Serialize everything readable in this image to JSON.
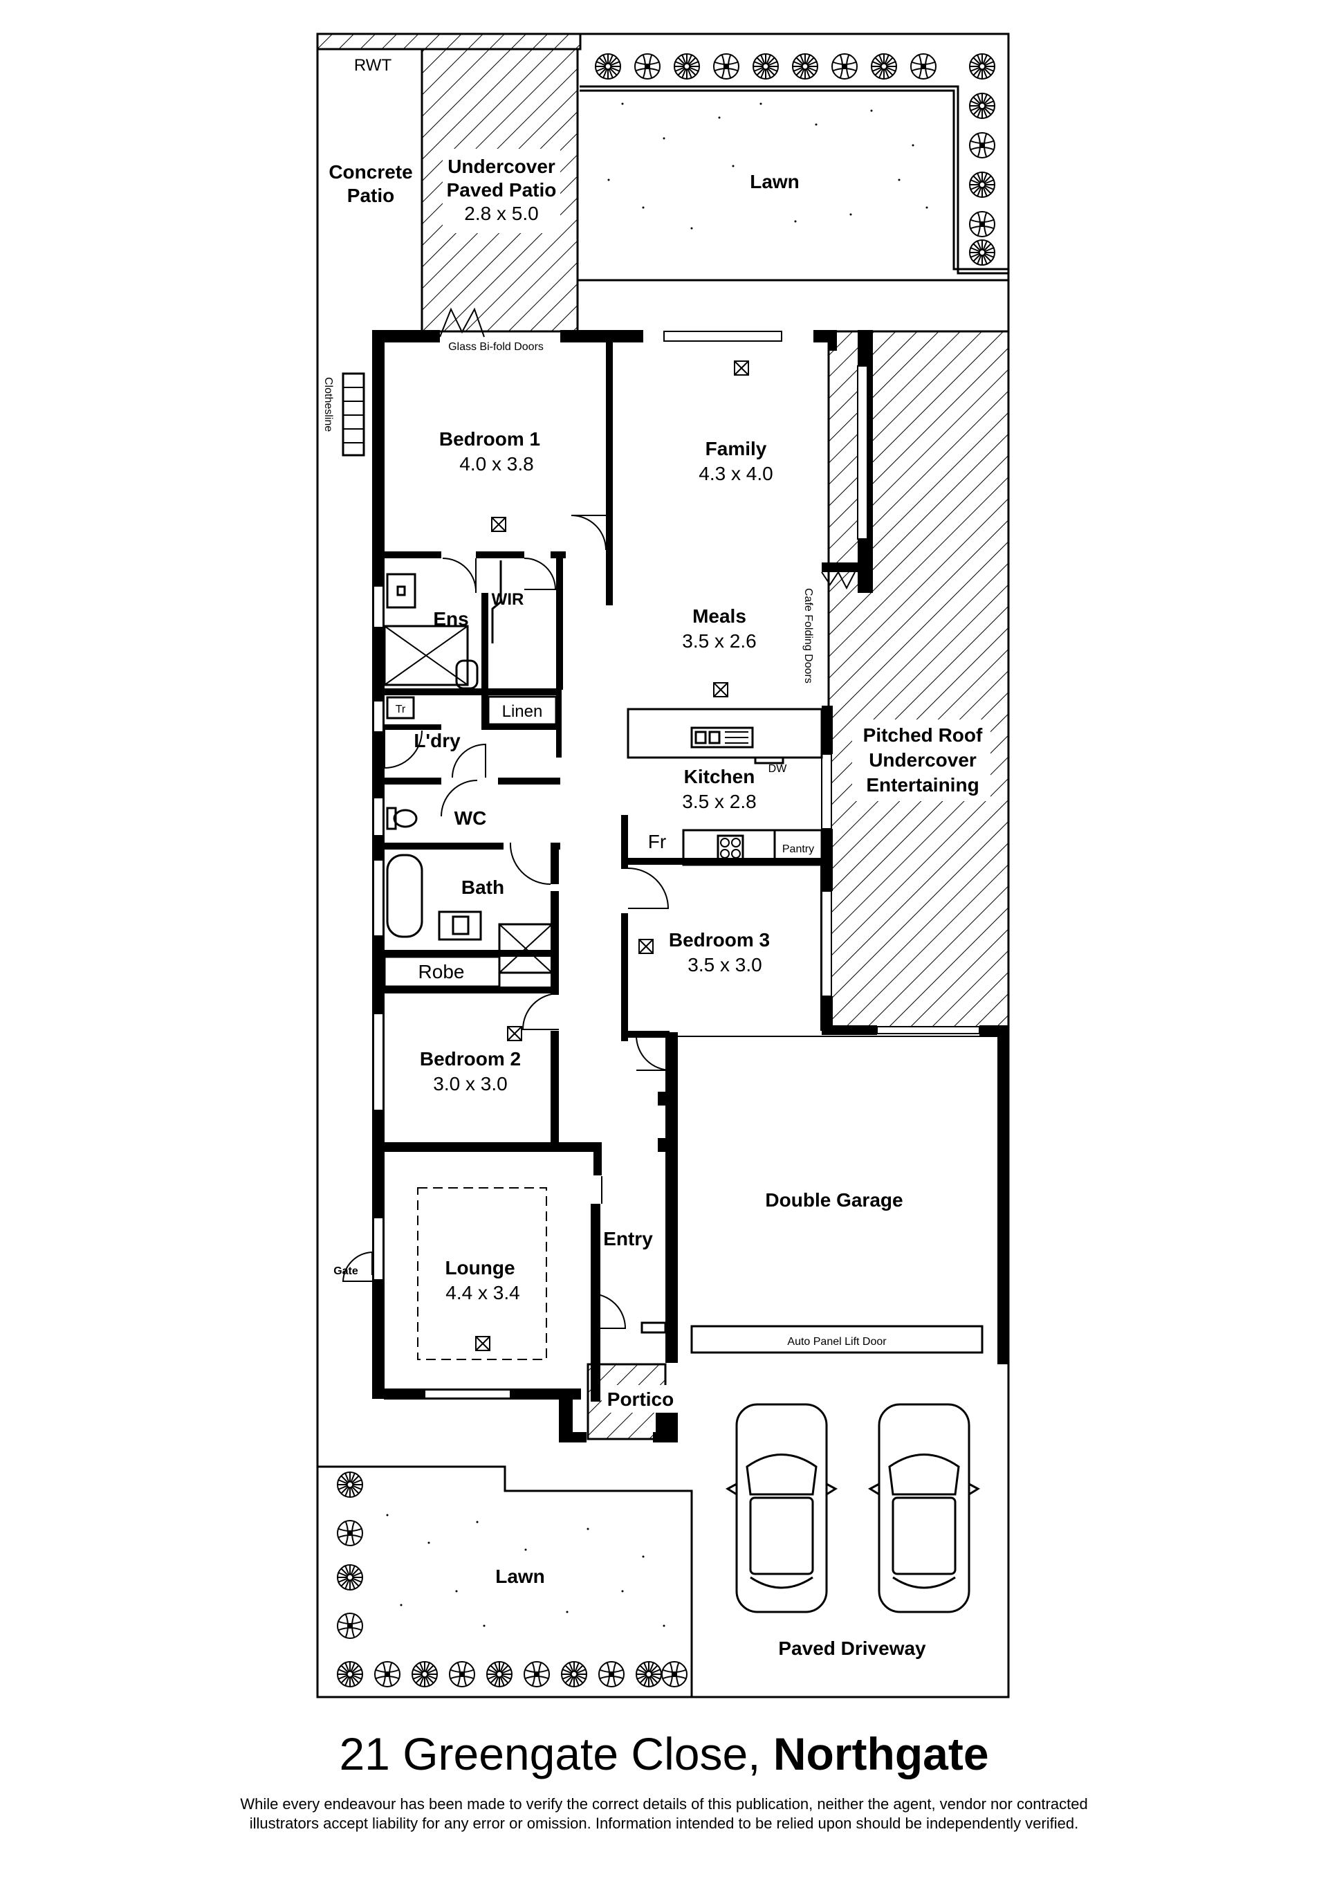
{
  "rooms": {
    "bedroom1": {
      "name": "Bedroom 1",
      "dims": "4.0 x 3.8"
    },
    "family": {
      "name": "Family",
      "dims": "4.3 x 4.0"
    },
    "meals": {
      "name": "Meals",
      "dims": "3.5 x 2.6"
    },
    "kitchen": {
      "name": "Kitchen",
      "dims": "3.5 x 2.8"
    },
    "bedroom3": {
      "name": "Bedroom 3",
      "dims": "3.5 x 3.0"
    },
    "bedroom2": {
      "name": "Bedroom 2",
      "dims": "3.0 x 3.0"
    },
    "lounge": {
      "name": "Lounge",
      "dims": "4.4 x 3.4"
    },
    "patio": {
      "line1": "Undercover",
      "line2": "Paved Patio",
      "dims": "2.8 x 5.0"
    }
  },
  "labels": {
    "rwt": "RWT",
    "concrete_patio_1": "Concrete",
    "concrete_patio_2": "Patio",
    "lawn_rear": "Lawn",
    "lawn_front": "Lawn",
    "glass_bifold": "Glass Bi-fold Doors",
    "clothesline": "Clothesline",
    "ensuite": "Ens",
    "wir": "WIR",
    "linen": "Linen",
    "laundry": "L'dry",
    "tr": "Tr",
    "wc": "WC",
    "bath": "Bath",
    "robe": "Robe",
    "fridge": "Fr",
    "dishwasher": "DW",
    "pantry": "Pantry",
    "cafe_doors": "Cafe Folding Doors",
    "entertain_1": "Pitched Roof",
    "entertain_2": "Undercover",
    "entertain_3": "Entertaining",
    "double_garage": "Double Garage",
    "lift_door": "Auto Panel Lift Door",
    "entry": "Entry",
    "portico": "Portico",
    "gate": "Gate",
    "driveway": "Paved Driveway"
  },
  "footer": {
    "street": "21 Greengate Close,",
    "suburb": "Northgate",
    "disclaimer_1": "While every endeavour has been made to verify the correct details of this publication, neither the agent, vendor nor contracted",
    "disclaimer_2": "illustrators accept liability for any error or omission. Information intended to be relied upon should be independently verified."
  }
}
